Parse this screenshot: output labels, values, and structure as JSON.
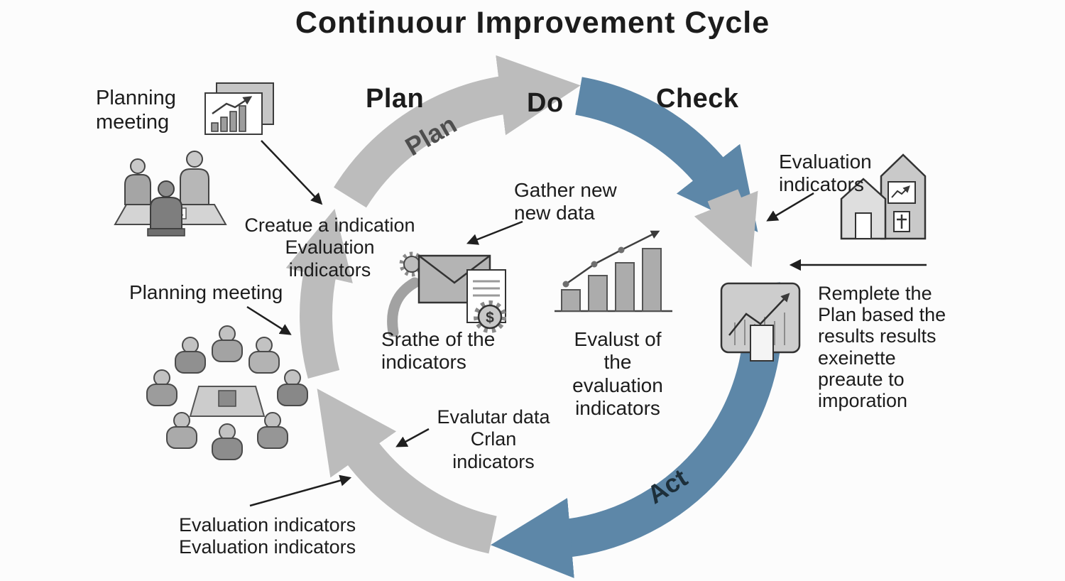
{
  "title": "Continuour Improvement Cycle",
  "phase_headers": {
    "plan": "Plan",
    "do": "Do",
    "check": "Check"
  },
  "arc_labels": {
    "plan": "Plan",
    "act": "Act"
  },
  "annotations": {
    "planning_meeting_top": "Planning\nmeeting",
    "create_indicators": "Creatue a indication\nEvaluation indicators",
    "gather_new_data": "Gather new\nnew data",
    "state_of_indicators": "Srathe of the\nindicators",
    "evaluation_of_indicators": "Evalust of the\nevaluation\nindicators",
    "evaluation_indicators_right": "Evaluation\nindicators",
    "replan_notes": "Remplete the\nPlan based the\nresults results\nexeinette\npreaute to\nimporation",
    "planning_meeting_left": "Planning meeting",
    "evaluate_data": "Evalutar data\nCrlan\nindicators",
    "evaluation_indicators_bottom": "Evaluation indicators\nEvaluation indicators"
  },
  "icons": {
    "gear_dollar_sign": "$",
    "names": [
      "presentation-chart-icon",
      "planning-meeting-illustration",
      "envelope-gear-icon",
      "bar-chart-growth-icon",
      "buildings-icon",
      "monitor-chart-icon",
      "team-meeting-illustration",
      "check-chevron-arrow"
    ]
  },
  "colors": {
    "arrow_blue": "#5d87a8",
    "arrow_gray": "#bcbcbc",
    "ink": "#1c1c1c",
    "background": "#fcfcfc"
  }
}
